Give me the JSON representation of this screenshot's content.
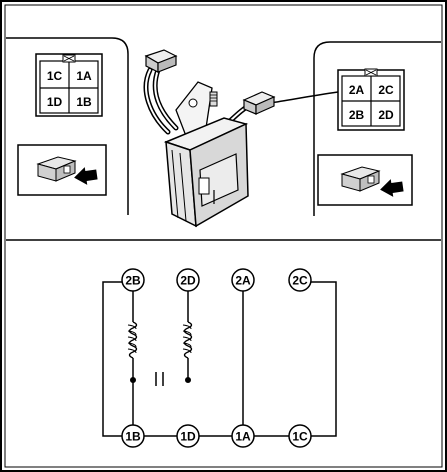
{
  "left_connector": {
    "pins": [
      "1C",
      "1A",
      "1D",
      "1B"
    ]
  },
  "right_connector": {
    "pins": [
      "2A",
      "2C",
      "2B",
      "2D"
    ]
  },
  "schematic": {
    "top_terminals": [
      "2B",
      "2D",
      "2A",
      "2C"
    ],
    "bottom_terminals": [
      "1B",
      "1D",
      "1A",
      "1C"
    ]
  },
  "colors": {
    "line": "#000000",
    "background": "#ffffff",
    "component_fill": "#f2f2f2"
  },
  "icons": [
    "view-arrow-icon",
    "coil-icon",
    "switch-contact-icon"
  ]
}
